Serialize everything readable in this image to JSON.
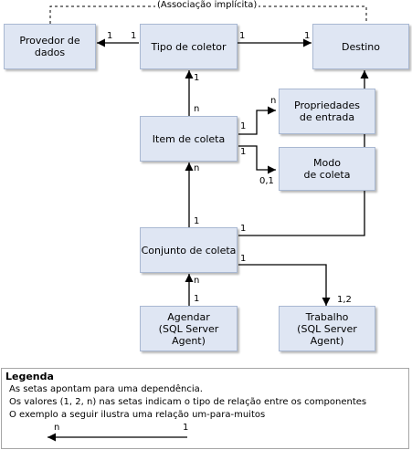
{
  "diagram": {
    "implicit_association_label": "(Associação implícita)",
    "nodes": {
      "data_provider": "Provedor de dados",
      "collector_type": "Tipo de coletor",
      "destination": "Destino",
      "input_properties": "Propriedades\nde entrada",
      "collection_item": "Item de coleta",
      "collection_mode": "Modo\nde coleta",
      "collection_set": "Conjunto de coleta",
      "schedule": "Agendar\n(SQL Server Agent)",
      "job": "Trabalho\n(SQL Server Agent)"
    },
    "multiplicities": {
      "ct_dp_source": "1",
      "ct_dp_target": "1",
      "ct_dest_source": "1",
      "ct_dest_target": "1",
      "ci_ct_target": "1",
      "ci_ct_source": "n",
      "ci_ip_source": "1",
      "ci_ip_target": "n",
      "ci_cm_source": "1",
      "ci_cm_target": "0,1",
      "cs_ci_target": "n",
      "cs_ci_source": "1",
      "cs_dest_source": "1",
      "cs_job_source": "1",
      "cs_job_target": "1,2",
      "sch_cs_target": "n",
      "sch_cs_source": "1"
    }
  },
  "legend": {
    "title": "Legenda",
    "line1": "As setas apontam para uma dependência.",
    "line2": "Os valores (1, 2, n) nas setas indicam o tipo de relação entre os componentes",
    "line3": "O exemplo a seguir ilustra uma relação um-para-muitos",
    "example_target": "n",
    "example_source": "1"
  }
}
